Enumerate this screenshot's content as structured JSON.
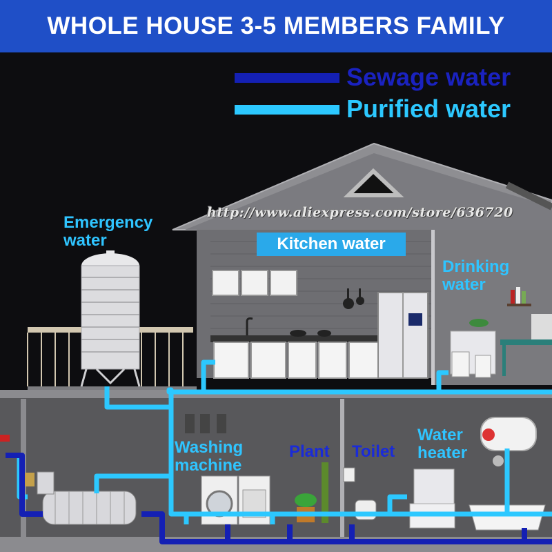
{
  "banner": {
    "title": "WHOLE HOUSE 3-5 MEMBERS FAMILY"
  },
  "legend": [
    {
      "label": "Sewage water",
      "color": "#1420b4"
    },
    {
      "label": "Purified water",
      "color": "#2cc8ff"
    }
  ],
  "watermark": "http://www.aliexpress.com/store/636720",
  "labels": {
    "emergency": [
      "Emergency",
      "water"
    ],
    "kitchen": "Kitchen water",
    "drinking": [
      "Drinking",
      "water"
    ],
    "washing": [
      "Washing",
      "machine"
    ],
    "plant": "Plant",
    "toilet": "Toilet",
    "heater": [
      "Water",
      "heater"
    ]
  },
  "colors": {
    "banner": "#1f4fc7",
    "purified": "#2cc8ff",
    "sewage": "#1420b4",
    "wall": "#5a5a5c",
    "roof": "#8c8c90"
  }
}
